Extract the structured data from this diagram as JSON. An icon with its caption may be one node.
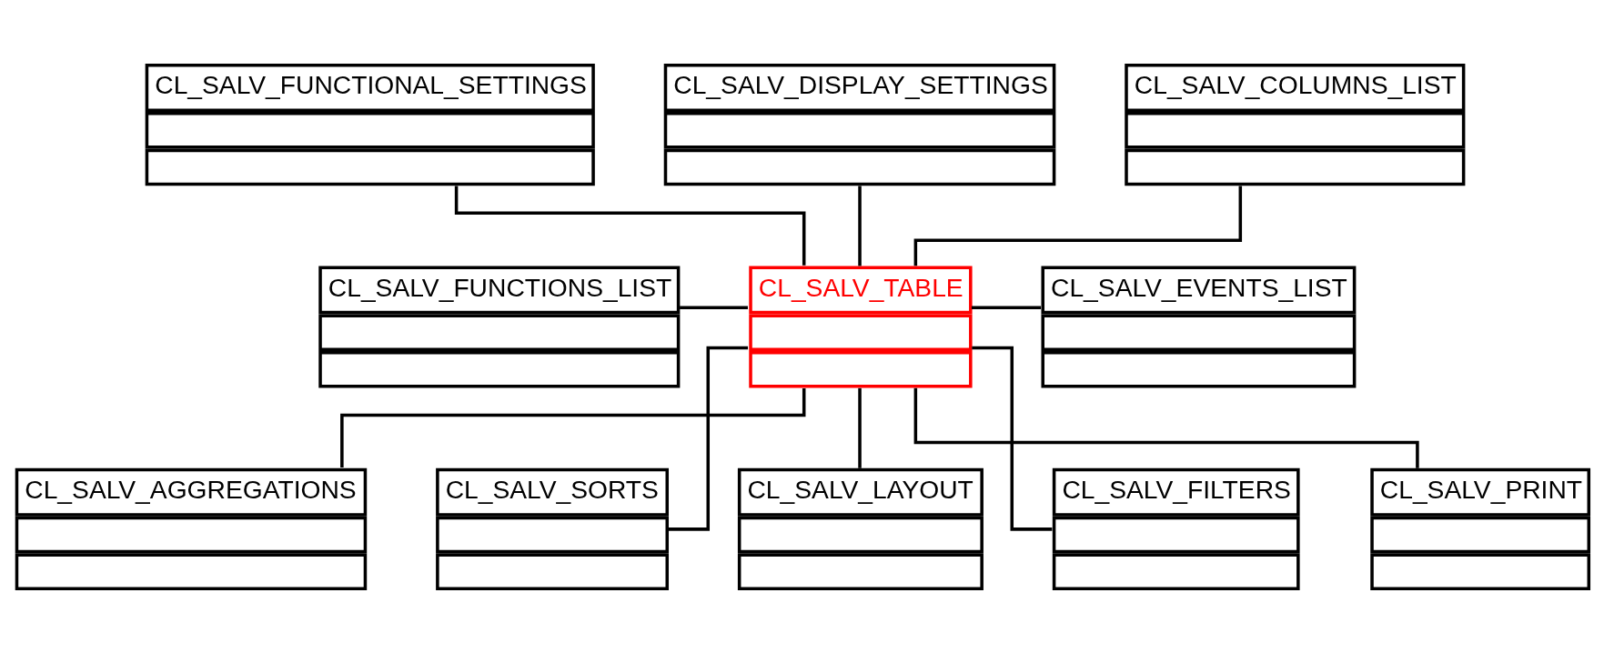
{
  "diagram": {
    "nodes": [
      {
        "text": [
          "CL_SALV_FUNCTIONAL_SETTINGS"
        ]
      },
      {
        "text": [
          "CL_SALV_DISPLAY_SETTINGS"
        ]
      },
      {
        "text": [
          "CL_SALV_COLUMNS_LIST"
        ]
      },
      {
        "text": [
          "CL_SALV_FUNCTIONS_LIST"
        ]
      },
      {
        "text": [
          "CL_SALV_TABLE"
        ]
      },
      {
        "text": [
          "CL_SALV_EVENTS_LIST"
        ]
      },
      {
        "text": [
          "CL_SALV_AGGREGATIONS"
        ]
      },
      {
        "text": [
          "CL_SALV_SORTS"
        ]
      },
      {
        "text": [
          "CL_SALV_LAYOUT"
        ]
      },
      {
        "text": [
          "CL_SALV_FILTERS"
        ]
      },
      {
        "text": [
          "CL_SALV_PRINT"
        ]
      }
    ],
    "edges": [
      {
        "from": 0,
        "to": 4,
        "arrow": "none"
      },
      {
        "from": 1,
        "to": 4,
        "arrow": "none"
      },
      {
        "from": 2,
        "to": 4,
        "arrow": "none"
      },
      {
        "from": 3,
        "to": 4,
        "arrow": "none"
      },
      {
        "from": 4,
        "to": 5,
        "arrow": "none"
      },
      {
        "from": 4,
        "to": 6,
        "arrow": "none"
      },
      {
        "from": 4,
        "to": 7,
        "arrow": "none"
      },
      {
        "from": 4,
        "to": 8,
        "arrow": "none"
      },
      {
        "from": 4,
        "to": 9,
        "arrow": "none"
      },
      {
        "from": 4,
        "to": 10,
        "arrow": "none"
      }
    ]
  }
}
